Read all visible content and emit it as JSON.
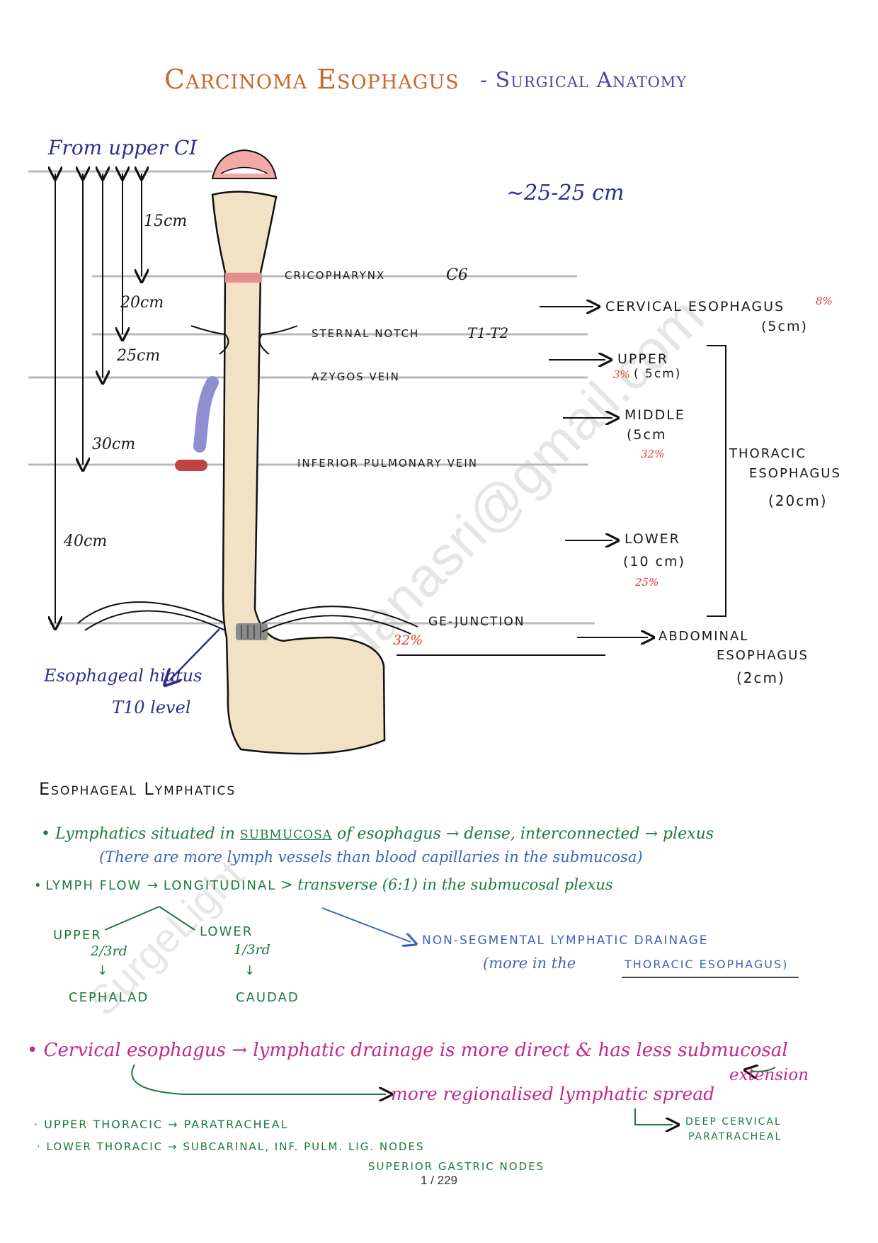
{
  "title": {
    "main": "Carcinoma Esophagus",
    "sep": "- Surgical Anatomy"
  },
  "watermark": {
    "email": "chandanasri@gmail.com",
    "left": "SurgeLight"
  },
  "diagram": {
    "from_label": "From upper CI",
    "length_label": "~25-25 cm",
    "distances": [
      "15cm",
      "20cm",
      "25cm",
      "30cm",
      "40cm"
    ],
    "levels": {
      "cricopharynx": "CRICOPHARYNX",
      "c6": "C6",
      "sternal_notch": "STERNAL NOTCH",
      "t1t2": "T1-T2",
      "azygos": "AZYGOS VEIN",
      "ipv": "INFERIOR PULMONARY VEIN",
      "ge": "GE-JUNCTION",
      "ge_pct": "32%"
    },
    "hiatus": {
      "line1": "Esophageal hiatus",
      "line2": "T10 level"
    },
    "segments": {
      "cervical": {
        "name": "CERVICAL ESOPHAGUS",
        "pct": "8%",
        "len": "(5cm)"
      },
      "upper": {
        "name": "UPPER",
        "pct": "3%",
        "len": "( 5cm)"
      },
      "middle": {
        "name": "MIDDLE",
        "len": "(5cm",
        "pct": "32%"
      },
      "lower": {
        "name": "LOWER",
        "len": "(10 cm)",
        "pct": "25%"
      },
      "thoracic": {
        "l1": "THORACIC",
        "l2": "ESOPHAGUS",
        "l3": "(20cm)"
      },
      "abdominal": {
        "l1": "ABDOMINAL",
        "l2": "ESOPHAGUS",
        "l3": "(2cm)"
      }
    }
  },
  "lymphatics": {
    "heading": "Esophageal Lymphatics",
    "b1_a": "Lymphatics situated in",
    "b1_sub": "SUBMUCOSA",
    "b1_b": "of esophagus → dense, interconnected → plexus",
    "b1_note": "(There are more lymph vessels than blood capillaries in the submucosa)",
    "b2_a": "LYMPH FLOW →",
    "b2_long": "LONGITUDINAL",
    "b2_b": "> transverse (6:1) in the submucosal plexus",
    "upper": "UPPER",
    "upper_frac": "2/3rd",
    "cephalad": "CEPHALAD",
    "lower": "LOWER",
    "lower_frac": "1/3rd",
    "caudad": "CAUDAD",
    "nonseg_1": "NON-SEGMENTAL LYMPHATIC DRAINAGE",
    "nonseg_2a": "(more in the",
    "nonseg_2b": "THORACIC ESOPHAGUS)",
    "cerv_1": "Cervical esophagus → lymphatic drainage is more direct & has less submucosal",
    "cerv_2": "extension",
    "cerv_3": "more regionalised lymphatic spread",
    "deep_1": "DEEP CERVICAL",
    "deep_2": "PARATRACHEAL",
    "ut": "UPPER THORACIC → PARATRACHEAL",
    "lt": "LOWER THORACIC → SUBCARINAL, INF. PULM. LIG. NODES",
    "sg": "SUPERIOR GASTRIC NODES"
  },
  "page": "1 / 229"
}
